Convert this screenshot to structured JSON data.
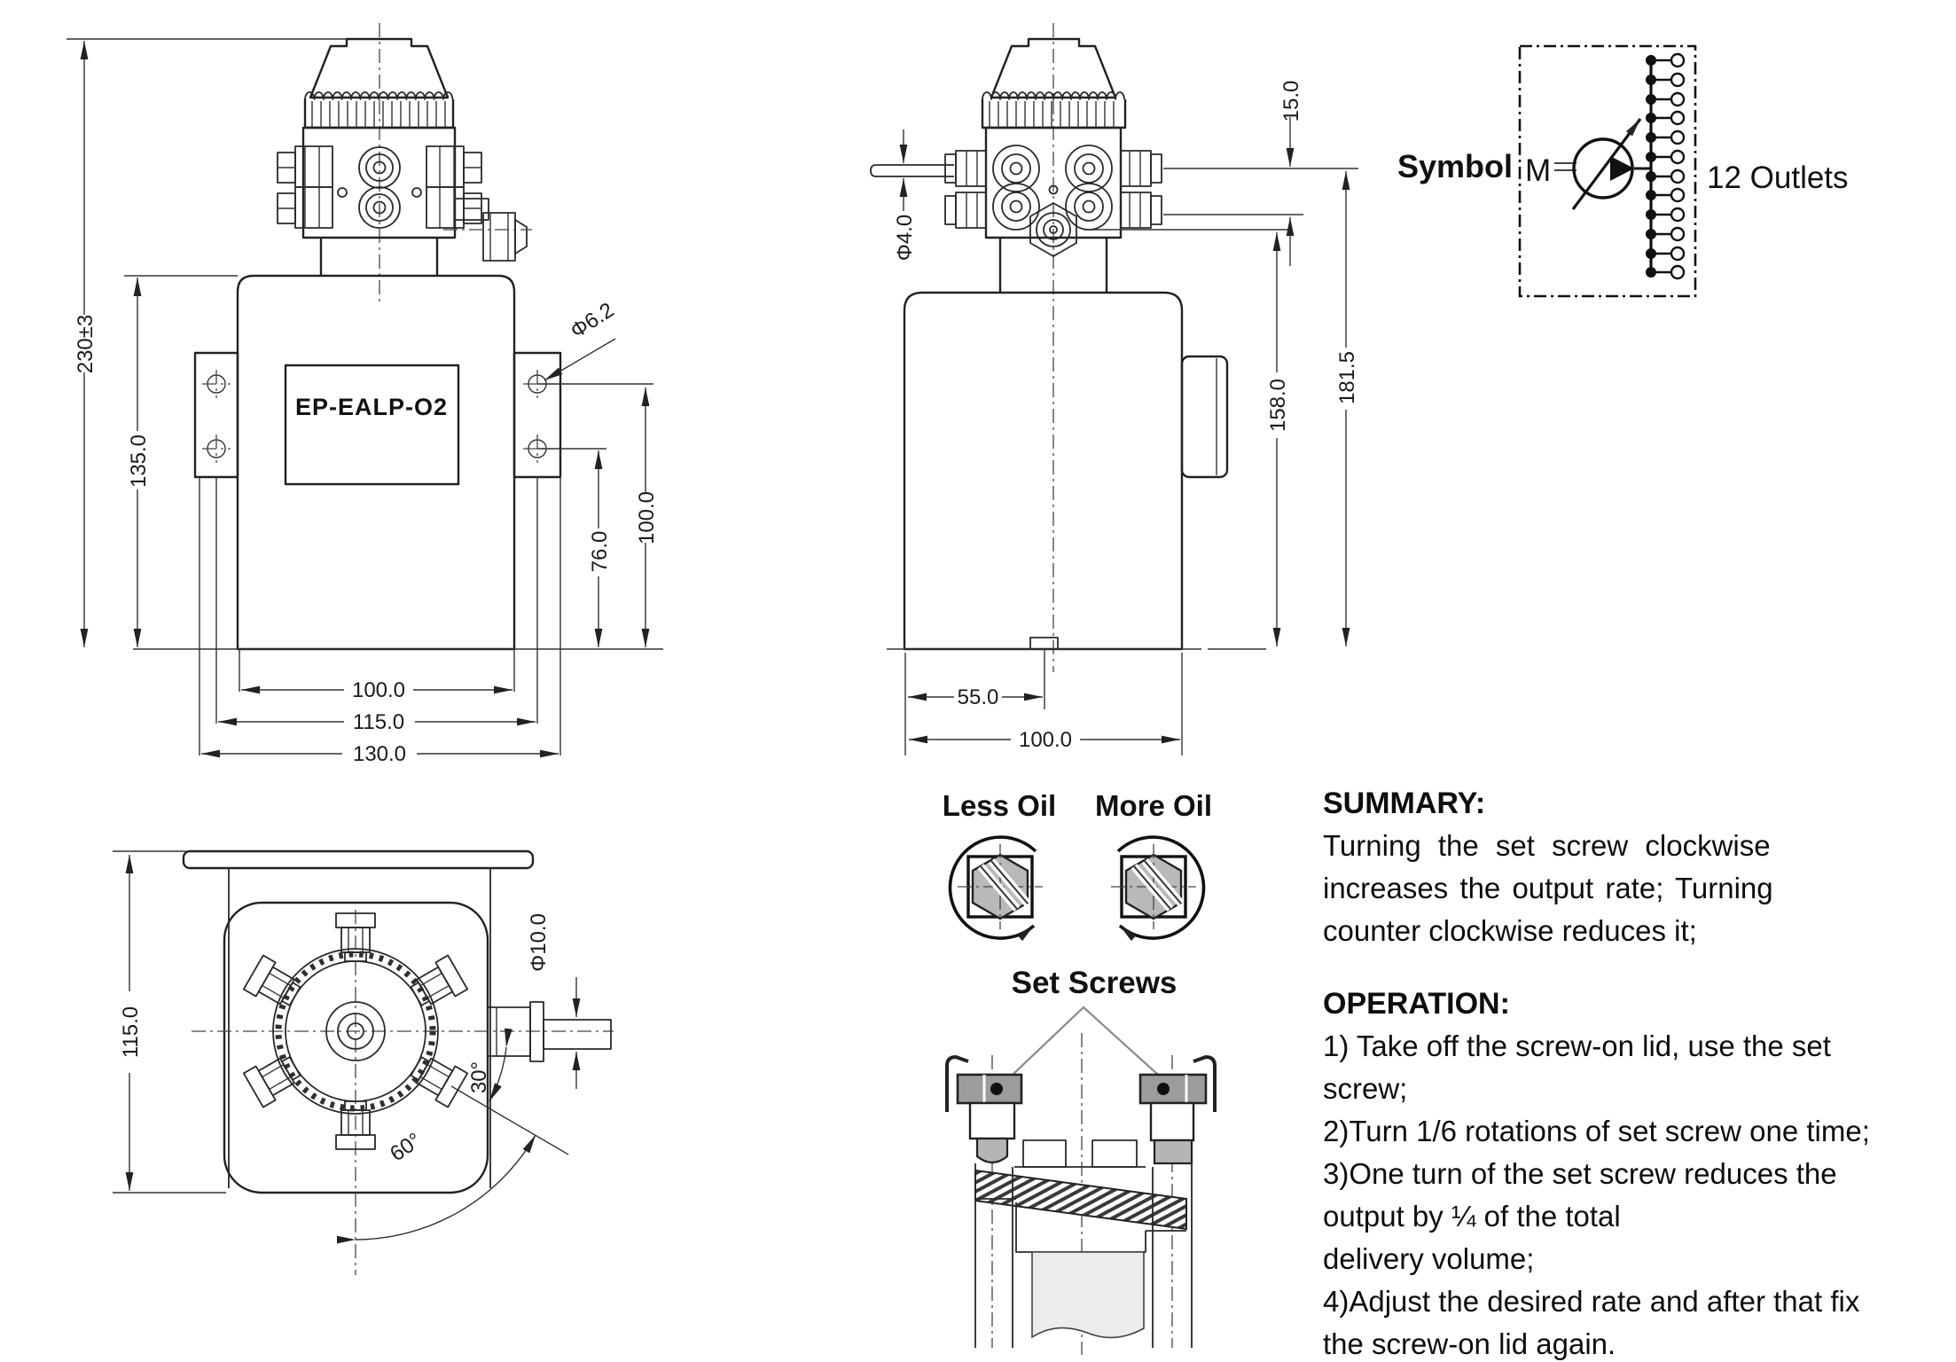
{
  "front_view": {
    "part_label": "EP-EALP-O2",
    "dims": {
      "total_height": "230±3",
      "body_height": "135.0",
      "hole_dia": "Φ6.2",
      "hole_height_outer": "100.0",
      "hole_height_inner": "76.0",
      "width_inner": "100.0",
      "width_holes": "115.0",
      "width_outer": "130.0"
    }
  },
  "side_view": {
    "dims": {
      "inlet_pipe_dia": "Φ4.0",
      "port_row_spacing": "15.0",
      "outlet_height": "158.0",
      "inlet_height": "181.5",
      "depth_inner": "55.0",
      "depth_outer": "100.0"
    }
  },
  "symbol": {
    "title": "Symbol",
    "motor": "M",
    "outlets": "12 Outlets"
  },
  "top_view": {
    "dims": {
      "depth": "115.0",
      "pipe_dia": "Φ10.0",
      "angle_pipe": "30°",
      "angle_ports": "60°"
    }
  },
  "set_screws": {
    "less": "Less Oil",
    "more": "More Oil",
    "title": "Set Screws"
  },
  "summary": {
    "heading": "SUMMARY:",
    "lines": [
      "Turning the set screw clockwise",
      "increases the output rate; Turning",
      "counter clockwise reduces it;"
    ]
  },
  "operation": {
    "heading": "OPERATION:",
    "lines": [
      "1) Take off the screw-on lid, use the set",
      "screw;",
      "2)Turn 1/6 rotations of set screw one time;",
      "3)One turn of the set screw reduces the",
      "output by ¼ of the total",
      "delivery volume;",
      "4)Adjust the desired rate and after that fix",
      "the screw-on lid again."
    ]
  }
}
